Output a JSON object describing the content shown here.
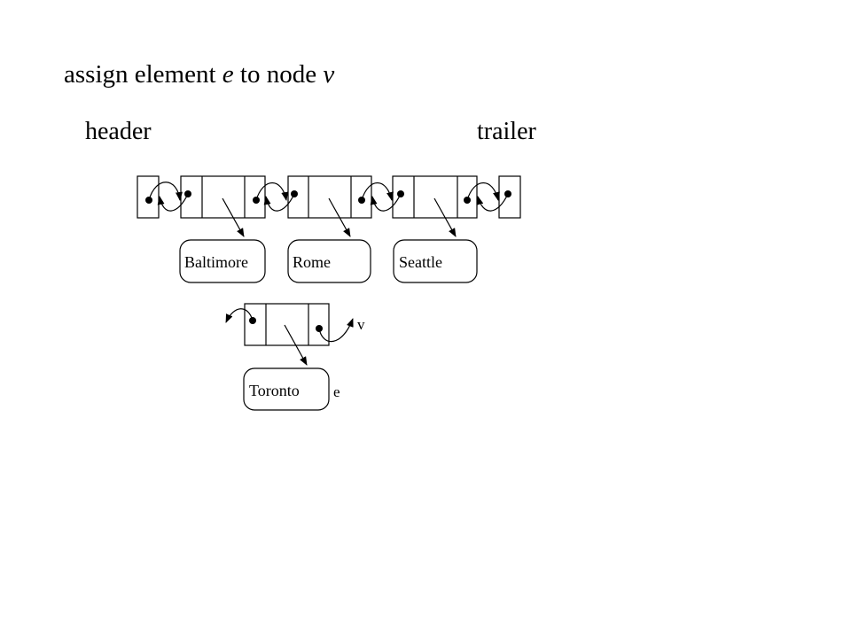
{
  "title": {
    "part1": "assign element ",
    "var_e": "e",
    "part2": " to node ",
    "var_v": "v"
  },
  "labels": {
    "header": "header",
    "trailer": "trailer",
    "v": "v",
    "e": "e"
  },
  "elements": {
    "baltimore": "Baltimore",
    "rome": "Rome",
    "seattle": "Seattle",
    "toronto": "Toronto"
  }
}
